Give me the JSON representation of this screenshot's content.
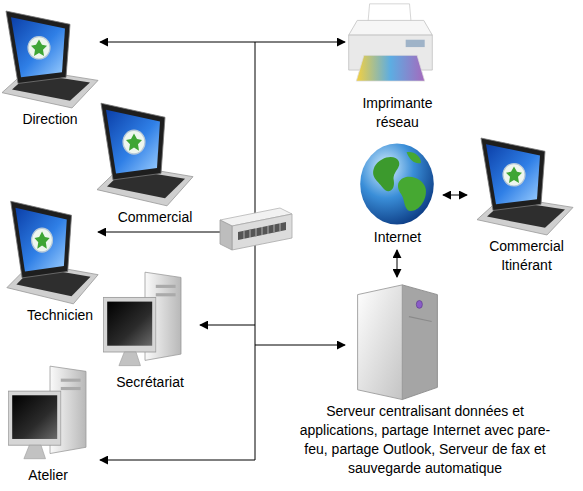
{
  "diagram": {
    "nodes": [
      {
        "text": [
          "Direction"
        ]
      },
      {
        "text": [
          "Commercial"
        ]
      },
      {
        "text": [
          "Technicien"
        ]
      },
      {
        "text": [
          "Secrétariat"
        ]
      },
      {
        "text": [
          "Atelier"
        ]
      },
      {
        "text": [
          "Imprimante réseau"
        ]
      },
      {
        "text": [
          "Internet"
        ]
      },
      {
        "text": [
          "Commercial Itinérant"
        ]
      },
      {
        "text": [
          "Serveur centralisant données et applications, partage Internet avec pare-feu, partage Outlook, Serveur de fax et sauvegarde automatique"
        ]
      }
    ],
    "edges": [
      {
        "from": 6,
        "to": 7,
        "arrow": "both"
      },
      {
        "from": 6,
        "to": 8,
        "arrow": "both"
      }
    ]
  }
}
